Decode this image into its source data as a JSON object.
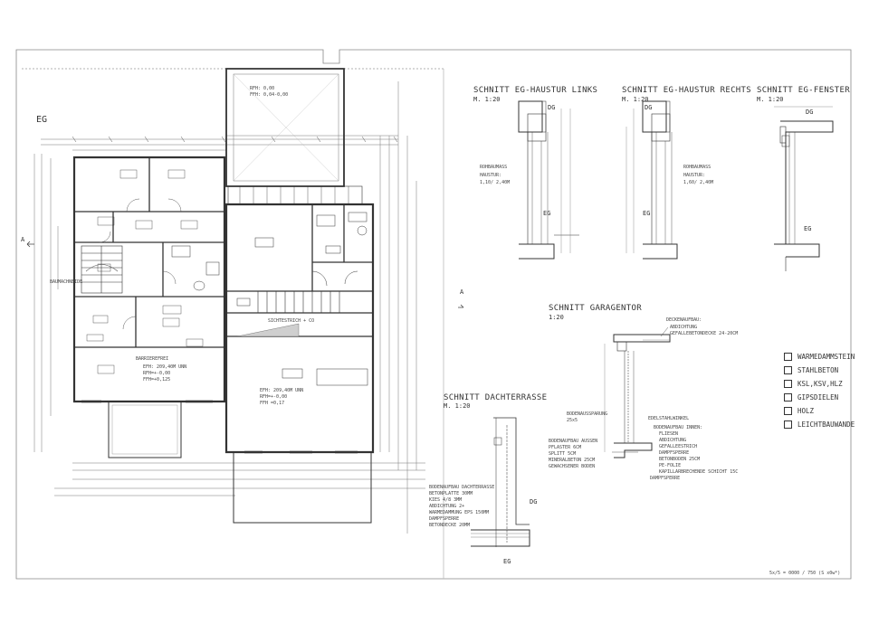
{
  "sheet": {
    "floor_label": "EG",
    "section_marker": "A",
    "section_marker_right": "A",
    "footer": "5x/5 = 0000 / 750 (S x0w*)"
  },
  "plan": {
    "stair_label": "BAUMACHNEIDE",
    "rooms": [
      {
        "title": "BARRIEREFREI",
        "l1": "EFH: 209,40M UNN",
        "l2": "RFH=+-0,00",
        "l3": "FFH=+0,125"
      },
      {
        "title": "",
        "l1": "EFH: 209,40M UNN",
        "l2": "RFH=+-0,00",
        "l3": "FFH =0,17"
      }
    ],
    "terrace_l1": "RFH: 0,00",
    "terrace_l2": "FFH: 0,04-0,00",
    "sichtestrich": "SICHTESTRICH + CO"
  },
  "sections": {
    "haustuer_links": {
      "title": "SCHNITT EG-HAUSTUR LINKS",
      "scale": "M. 1:20",
      "dg": "DG",
      "eg": "EG",
      "rb1": "ROHBAUMASS",
      "rb2": "HAUSTUR:",
      "rb3": "1,10/ 2,40M"
    },
    "haustuer_rechts": {
      "title": "SCHNITT EG-HAUSTUR RECHTS",
      "scale": "M. 1:20",
      "dg": "DG",
      "eg": "EG",
      "rb1": "ROHBAUMASS",
      "rb2": "HAUSTUR:",
      "rb3": "1,60/ 2,40M"
    },
    "fenster": {
      "title": "SCHNITT EG-FENSTER",
      "scale": "M. 1:20",
      "dg": "DG",
      "eg": "EG"
    },
    "garagentor": {
      "title": "SCHNITT GARAGENTOR",
      "scale": "1:20",
      "notes_top": [
        "DECKENAUFBAU:",
        "ABDICHTUNG",
        "GEFALLEBETONDECKE 24-20CM"
      ],
      "aussparung": [
        "BODENAUSSPARUNG",
        "25x5"
      ],
      "edelstahl": "EDELSTAHLWINKEL",
      "innen": [
        "BODENAUFBAU INNEN:",
        "FLIESEN",
        "ABDICHTUNG",
        "GEFALLEESTRICH",
        "DAMPFSPERRE",
        "BETONBODEN 25CM",
        "PE-FOLIE",
        "KAPILLARBRECHENDE SCHICHT 15C"
      ],
      "aussen": [
        "BODENAUFBAU AUSSEN",
        "PFLASTER 6CM",
        "SPLITT 5CM",
        "MINERALBETON 25CM",
        "GEWACHSENER BODEN"
      ],
      "dampfsperre": "DAMPFSPERRE"
    },
    "dachterrasse": {
      "title": "SCHNITT DACHTERRASSE",
      "scale": "M. 1:20",
      "dg": "DG",
      "eg": "EG",
      "notes": [
        "BODENAUFBAU DACHTERRASSE",
        "BETONPLATTE 30MM",
        "KIES 4/8   3MM",
        "ABDICHTUNG 2+",
        "WARMEDAMMUNG EPS 150MM",
        "DAMPFSPERRE",
        "BETONDECKE 20MM"
      ]
    }
  },
  "legend": [
    {
      "label": "WARMEDAMMSTEIN"
    },
    {
      "label": "STAHLBETON"
    },
    {
      "label": "KSL,KSV,HLZ"
    },
    {
      "label": "GIPSDIELEN"
    },
    {
      "label": "HOLZ"
    },
    {
      "label": "LEICHTBAUWANDE"
    }
  ]
}
